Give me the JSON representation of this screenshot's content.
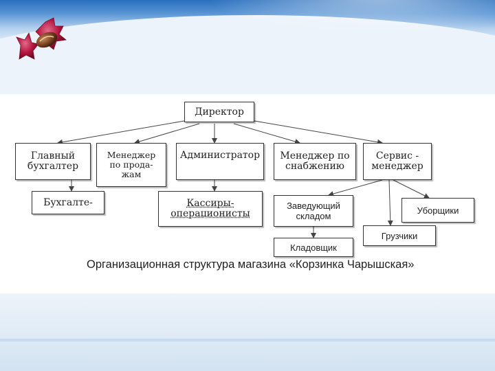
{
  "diagram": {
    "nodes": {
      "director": "Директор",
      "chief_accountant": "Главный\nбухгалтер",
      "sales_manager": "Менеджер\nпо прода-\nжам",
      "administrator": "Администратор",
      "supply_manager": "Менеджер по\nснабжению",
      "service_manager": "Сервис -\nменеджер",
      "accountant": "Бухгалте-",
      "cashiers": "Кассиры-\nоперационисты",
      "warehouse_head": "Заведующий\nскладом",
      "cleaners": "Уборщики",
      "loaders": "Грузчики",
      "storekeeper": "Кладовщик"
    },
    "caption": "Организационная структура магазина «Корзинка Чарышская»"
  },
  "colors": {
    "banner_blue": "#2a6fbd",
    "line": "#444444"
  },
  "icons": {
    "logo": "candy-icon"
  }
}
